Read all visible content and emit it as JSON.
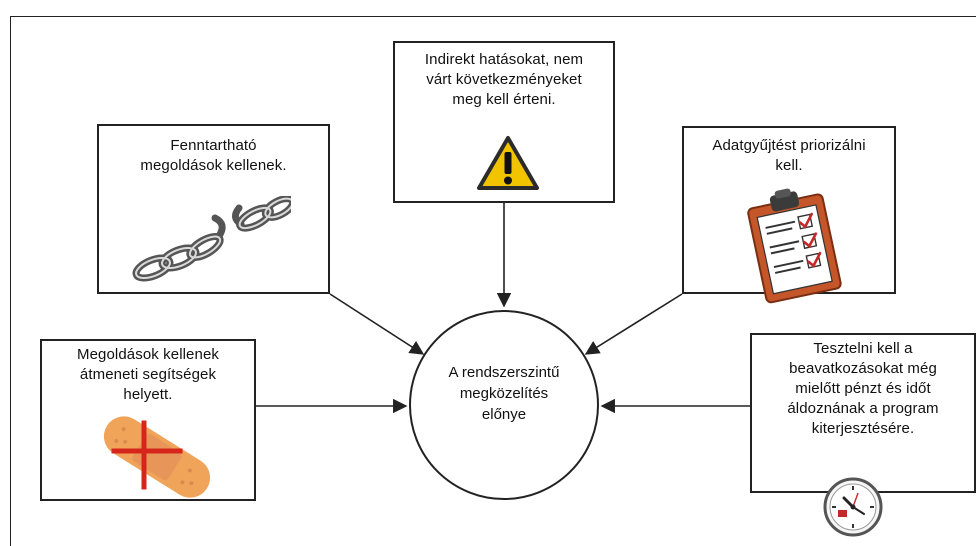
{
  "diagram": {
    "center": {
      "label": "A rendszerszintű\nmegközelítés\nelőnye"
    },
    "boxes": [
      {
        "id": "warning",
        "text": "Indirekt hatásokat, nem\nvárt következményeket\nmeg kell érteni.",
        "icon": "warning-triangle-icon"
      },
      {
        "id": "chain",
        "text": "Fenntartható\nmegoldások kellenek.",
        "icon": "broken-chain-icon"
      },
      {
        "id": "clipboard",
        "text": "Adatgyűjtést priorizálni\nkell.",
        "icon": "clipboard-checklist-icon"
      },
      {
        "id": "bandage",
        "text": "Megoldások kellenek\nátmeneti segítségek\nhelyett.",
        "icon": "bandage-icon"
      },
      {
        "id": "clock",
        "text": "Tesztelni kell a\nbeavatkozásokat még\nmielőtt pénzt és időt\náldoznának a program\nkiterjesztésére.",
        "icon": "clock-icon"
      }
    ],
    "colors": {
      "line": "#222222",
      "warning_fill": "#f2c400",
      "clipboard_board": "#c4562a",
      "checkbox_mark": "#c62828",
      "bandage_fill": "#f0a45a",
      "cross": "#d6261c"
    }
  }
}
